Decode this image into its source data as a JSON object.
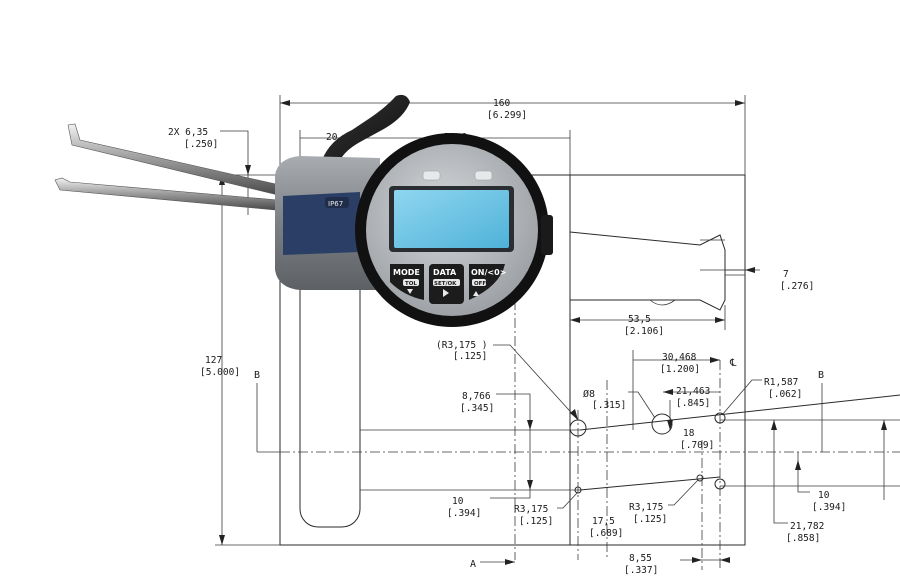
{
  "drawing": {
    "overall_width": "160",
    "overall_width_in": "[6.299]",
    "hole_spec": "2X 6,35",
    "hole_spec_in": "[.250]",
    "left_offset": "20",
    "offset_71": "71,6",
    "height": "127",
    "height_in": "[5.000]",
    "datum_b_left": "B",
    "datum_b_right": "B",
    "datum_a": "A",
    "centerline": "℄",
    "dim_7": "7",
    "dim_7_in": "[.276]",
    "dim_53": "53,5",
    "dim_53_in": "[2.106]",
    "dim_r3175_top": "(R3,175 )",
    "dim_r3175_top_in": "[.125]",
    "dim_30": "30,468",
    "dim_30_in": "[1.200]",
    "dim_21463": "21,463",
    "dim_21463_in": "[.845]",
    "dim_r1587": "R1,587",
    "dim_r1587_in": "[.062]",
    "dim_8766": "8,766",
    "dim_8766_in": "[.345]",
    "dim_dia8": "Ø8",
    "dim_dia8_in": "[.315]",
    "dim_18": "18",
    "dim_18_in": "[.709]",
    "dim_10_left": "10",
    "dim_10_left_in": "[.394]",
    "dim_r3175_bl": "R3,175",
    "dim_r3175_bl_in": "[.125]",
    "dim_17": "17,5",
    "dim_17_in": "[.689]",
    "dim_r3175_br": "R3,175",
    "dim_r3175_br_in": "[.125]",
    "dim_10_right": "10",
    "dim_10_right_in": "[.394]",
    "dim_21782": "21,782",
    "dim_21782_in": "[.858]",
    "dim_855": "8,55",
    "dim_855_in": "[.337]"
  },
  "gauge": {
    "rating": "IP67",
    "buttons": [
      {
        "label": "MODE",
        "sub": "TOL"
      },
      {
        "label": "DATA",
        "sub": "SET/OK"
      },
      {
        "label": "ON/<0>",
        "sub": "OFF"
      }
    ],
    "colors": {
      "body": "#8a8d90",
      "bezel": "#1c1c1c",
      "face": "#bfc3c6",
      "lcd": "#6ec6e6",
      "label_blue": "#2b3f66"
    }
  }
}
